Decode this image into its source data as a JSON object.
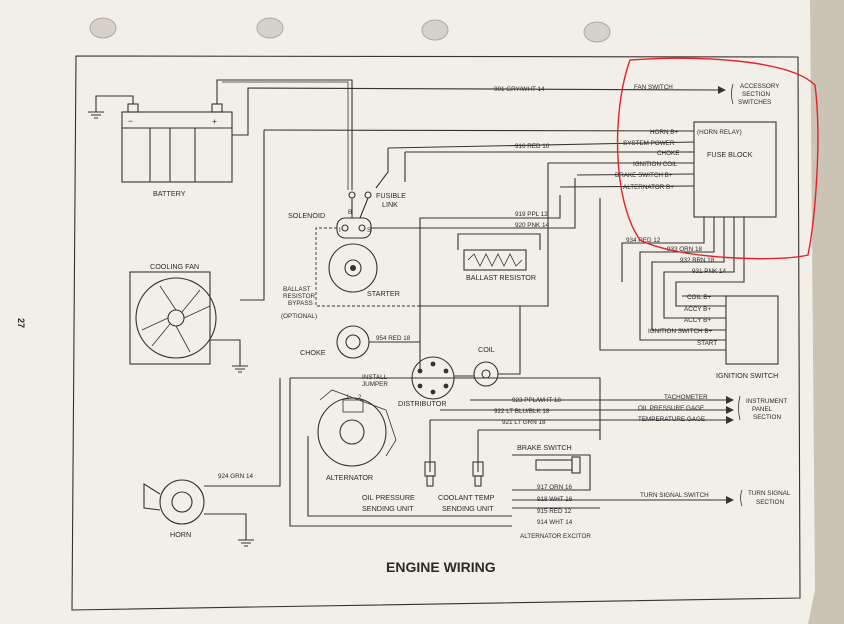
{
  "page": {
    "title": "ENGINE WIRING",
    "number": "27"
  },
  "labels": {
    "battery": "BATTERY",
    "battery_minus": "−",
    "battery_plus": "+",
    "fan_switch": "FAN SWITCH",
    "accessory_1": "ACCESSORY",
    "accessory_2": "SECTION",
    "accessory_3": "SWITCHES",
    "horn_relay": "(HORN RELAY)",
    "fuse_block": "FUSE BLOCK",
    "solenoid": "SOLENOID",
    "term_b": "B",
    "term_i": "I",
    "term_s": "S",
    "fusible": "FUSIBLE",
    "link": "LINK",
    "starter": "STARTER",
    "bypass_1": "BALLAST",
    "bypass_2": "RESISTOR",
    "bypass_3": "BYPASS",
    "bypass_4": "(OPTIONAL)",
    "ballast_resistor": "BALLAST RESISTOR",
    "cooling_fan": "COOLING FAN",
    "choke": "CHOKE",
    "distributor": "DISTRIBUTOR",
    "coil": "COIL",
    "install": "INSTALL",
    "jumper": "JUMPER",
    "term_1": "1",
    "term_2": "2",
    "alternator": "ALTERNATOR",
    "tachometer": "TACHOMETER",
    "oil_pressure_gage": "OIL PRESSURE GAGE",
    "temperature_gage": "TEMPERATURE GAGE",
    "instrument_1": "INSTRUMENT",
    "instrument_2": "PANEL",
    "instrument_3": "SECTION",
    "oil_pressure_1": "OIL PRESSURE",
    "oil_pressure_2": "SENDING UNIT",
    "coolant_temp_1": "COOLANT TEMP",
    "coolant_temp_2": "SENDING UNIT",
    "brake_switch": "BRAKE SWITCH",
    "alternator_excitor": "ALTERNATOR EXCITOR",
    "turn_signal_switch": "TURN SIGNAL SWITCH",
    "turn_signal_1": "TURN SIGNAL",
    "turn_signal_2": "SECTION",
    "horn": "HORN",
    "ignition_switch": "IGNITION SWITCH"
  },
  "fuse": {
    "horn": "HORN B+",
    "system_power": "SYSTEM POWER",
    "choke": "CHOKE",
    "ignition_coil": "IGNITION COIL",
    "brake_switch": "BRAKE SWITCH B+",
    "alternator": "ALTERNATOR B+"
  },
  "ignition": {
    "coil_b": "COIL B+",
    "accy_b_1": "ACCY B+",
    "accy_b_2": "ACCY B+",
    "ignition_switch_b": "IGNITION SWITCH B+",
    "start": "START"
  },
  "wires": {
    "w901": "901 GRY/WHT 14",
    "w916": "916 RED 10",
    "w919": "919 PPL 12",
    "w920": "920 PNK 14",
    "w934": "934 RED 12",
    "w933": "933 ORN 18",
    "w932": "932 BRN 18",
    "w931": "931 PNK 14",
    "w954": "954 RED 18",
    "w923": "923 PPL/WHT 18",
    "w922": "922 LT BLU/BLK 18",
    "w921": "921 LT GRN 18",
    "w917": "917 ORN 16",
    "w918": "918 WHT 16",
    "w915": "915 RED 12",
    "w914": "914 WHT 14",
    "w924": "924 GRN 14"
  },
  "colors": {
    "annotation": "#e8202a",
    "ink": "#333333",
    "paper": "#f2efe9"
  }
}
